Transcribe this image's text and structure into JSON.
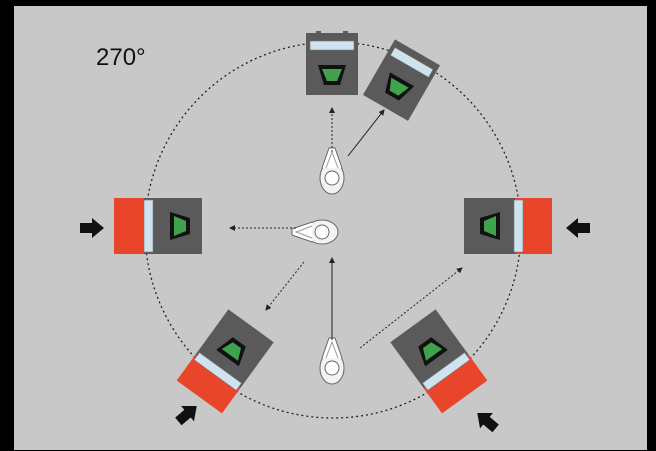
{
  "diagram": {
    "angle_label": "270°",
    "colors": {
      "background_panel": "#c8c8c8",
      "frame": "#000000",
      "machine_body": "#5a5a5a",
      "machine_red": "#e8452b",
      "screen_green": "#2e7d32",
      "panel_blue": "#cfe3ef",
      "arrow": "#111111",
      "dotted_line": "#222222"
    },
    "components": [
      "dotted-circle",
      "machine-top",
      "machine-top-right",
      "machine-left",
      "machine-right",
      "machine-bottom-left",
      "machine-bottom-right",
      "person-top",
      "person-center",
      "person-bottom",
      "arrow-left",
      "arrow-right",
      "arrow-bottom-left",
      "arrow-bottom-right"
    ]
  }
}
